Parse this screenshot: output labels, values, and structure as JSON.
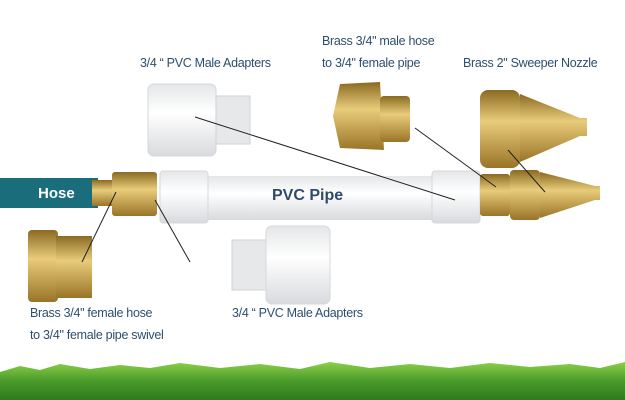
{
  "labels": {
    "top_pvc_adapter": "3/4 “ PVC Male Adapters",
    "top_brass_line1": "Brass 3/4\" male hose",
    "top_brass_line2": "to 3/4\" female pipe",
    "nozzle": "Brass 2\" Sweeper Nozzle",
    "hose": "Hose",
    "pvc_pipe": "PVC Pipe",
    "bottom_brass_line1": "Brass 3/4\" female hose",
    "bottom_brass_line2": "to 3/4\" female pipe swivel",
    "bottom_pvc_adapter": "3/4 “ PVC Male Adapters"
  },
  "colors": {
    "label": "#2c4f6e",
    "hose": "#1a6e7c",
    "brass": "#c9a24a",
    "pvc": "#eceef0",
    "grass": "#4a9a2a"
  }
}
